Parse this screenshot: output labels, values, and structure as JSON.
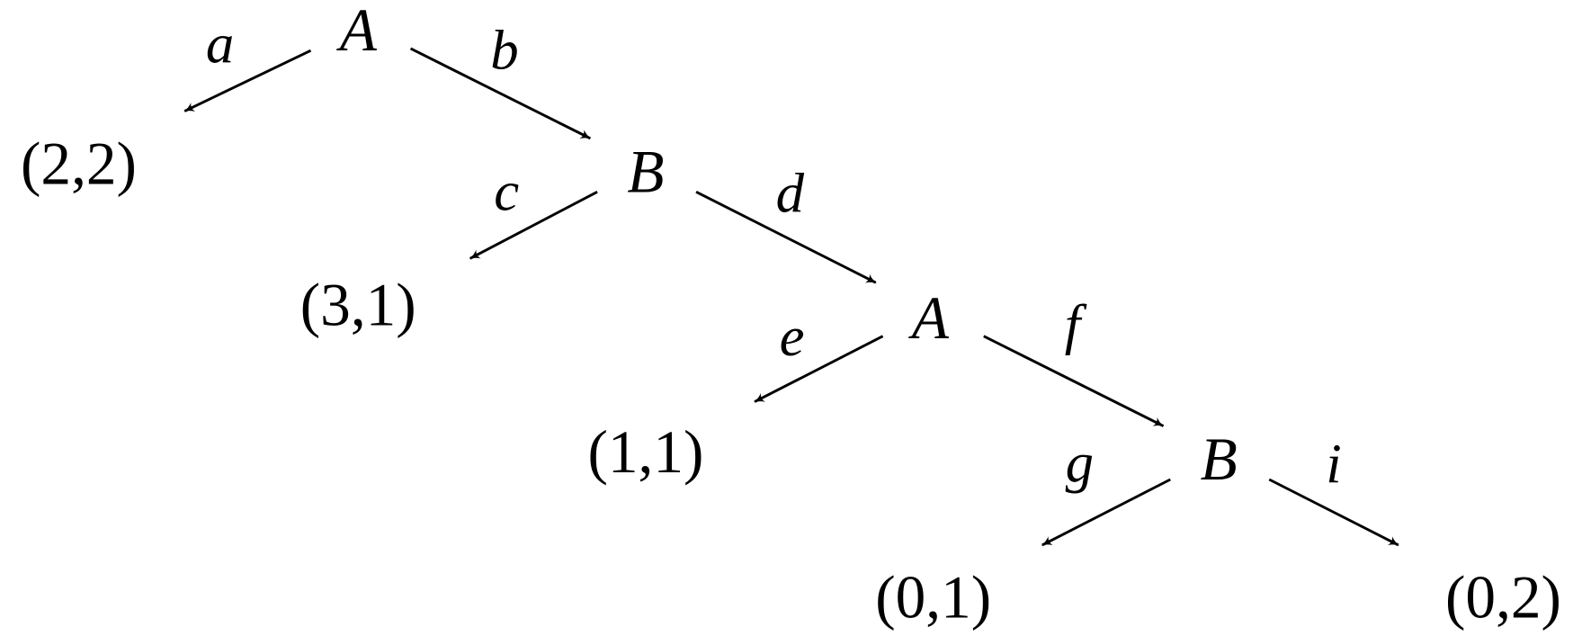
{
  "nodes": {
    "n1": "A",
    "n2": "B",
    "n3": "A",
    "n4": "B"
  },
  "edges": {
    "a": "a",
    "b": "b",
    "c": "c",
    "d": "d",
    "e": "e",
    "f": "f",
    "g": "g",
    "i": "i"
  },
  "payoffs": {
    "p1": "(2,2)",
    "p2": "(3,1)",
    "p3": "(1,1)",
    "p4": "(0,1)",
    "p5": "(0,2)"
  }
}
